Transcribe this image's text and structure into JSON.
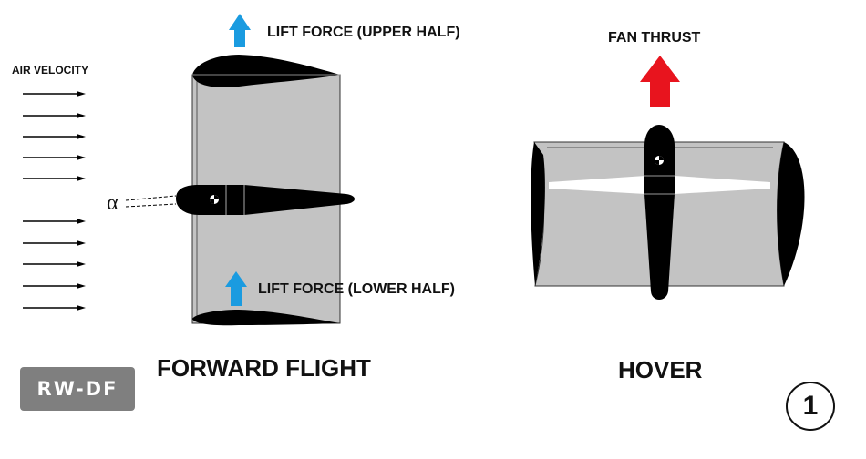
{
  "forward_flight": {
    "title": "FORWARD FLIGHT",
    "air_velocity_label": "AIR VELOCITY",
    "alpha_symbol": "α",
    "lift_upper_label": "LIFT FORCE (UPPER HALF)",
    "lift_lower_label": "LIFT FORCE (LOWER HALF)",
    "lift_arrow_color": "#1a9be0",
    "air_arrow_count": 10
  },
  "hover": {
    "title": "HOVER",
    "fan_thrust_label": "FAN THRUST",
    "thrust_arrow_color": "#e8141e"
  },
  "badge": {
    "text": "RW-DF",
    "color": "#7f7f7f"
  },
  "page_number": "1",
  "colors": {
    "wing_gray": "#c3c3c3",
    "airfoil_black": "#000000"
  }
}
